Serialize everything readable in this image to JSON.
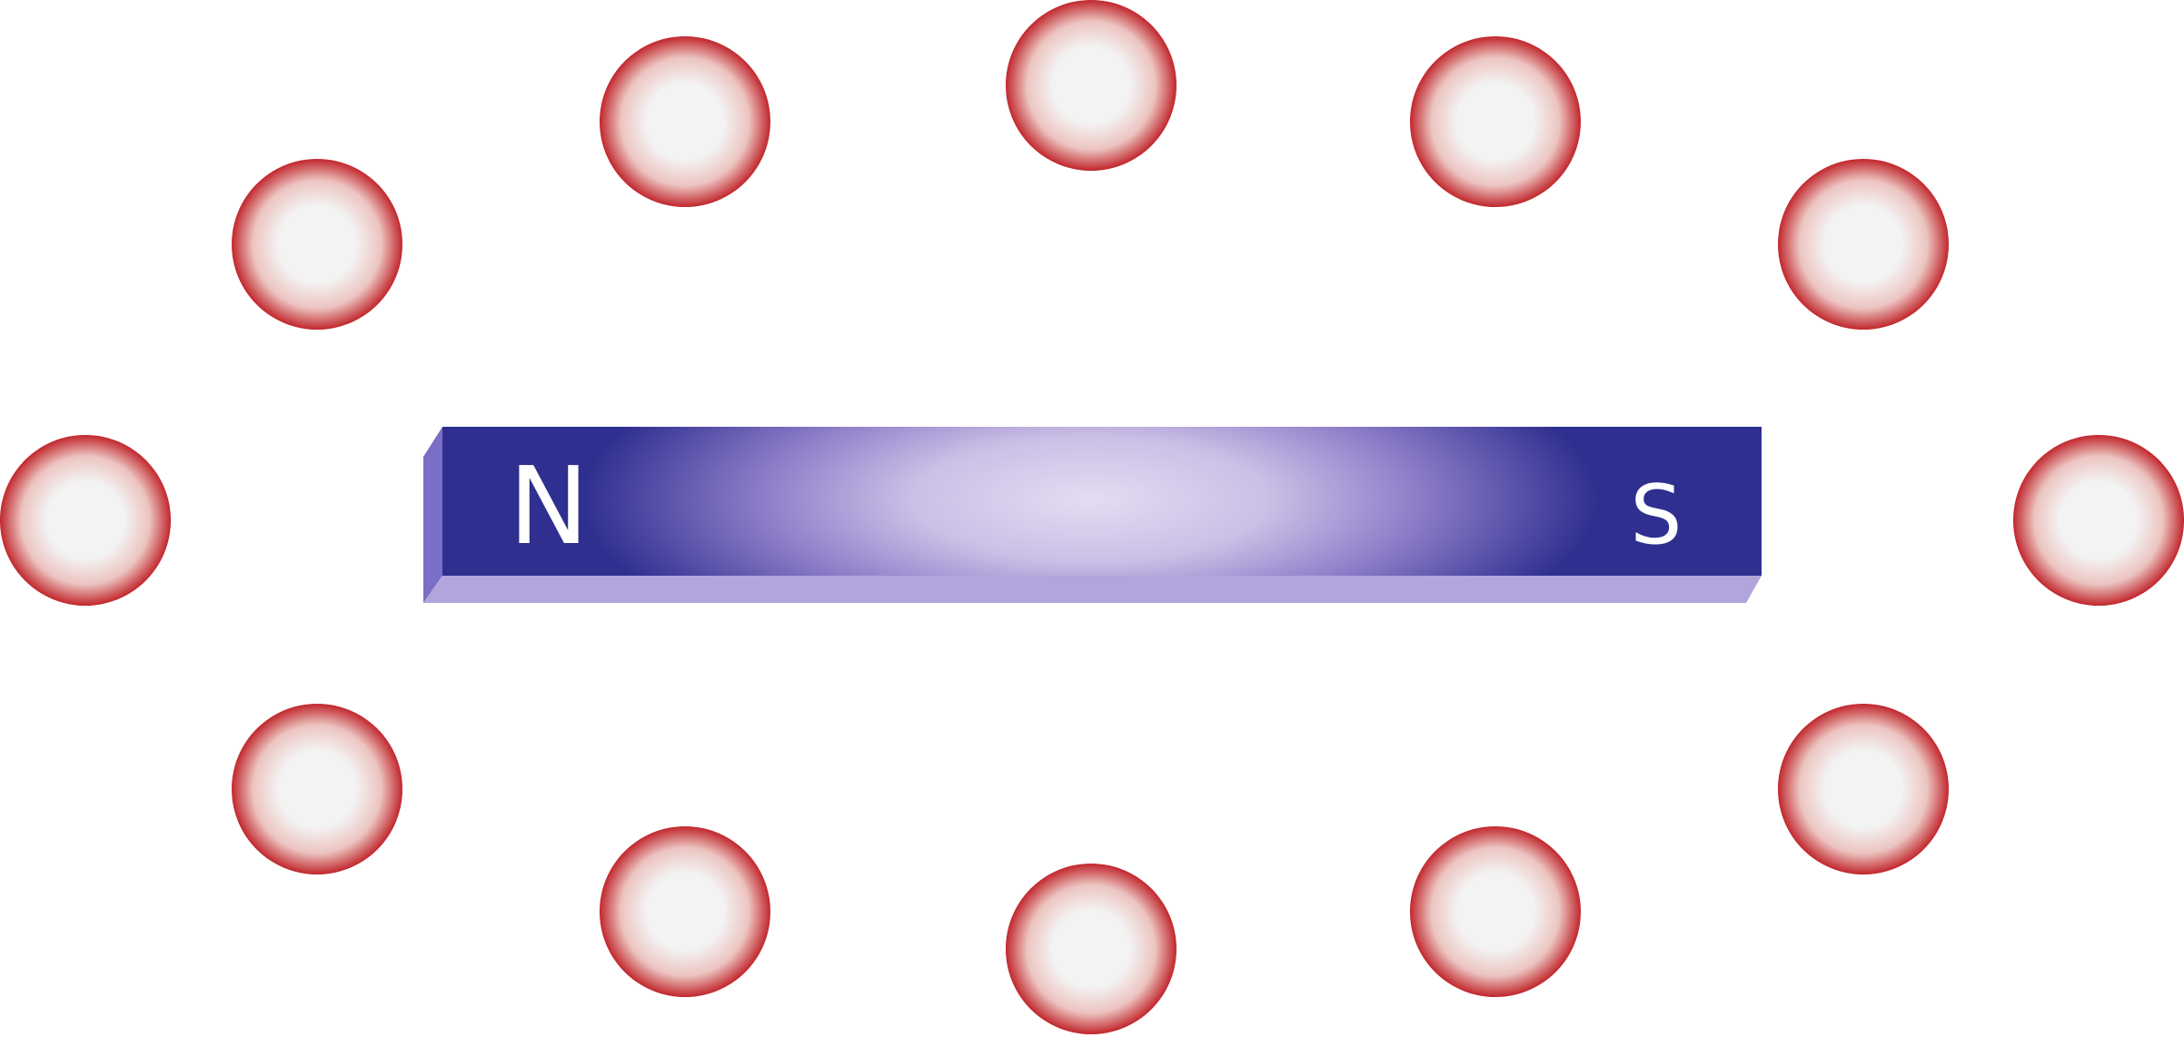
{
  "magnet": {
    "north_label": "N",
    "south_label": "S",
    "colors": {
      "pole": "#2e2f8f",
      "center": "#e4dcf2",
      "side_face": "#7b6ec6",
      "bottom_face": "#b1a5dc",
      "label": "#ffffff"
    }
  },
  "compasses": {
    "count": 12,
    "colors": {
      "center": "#f3f3f3",
      "rim": "#c1272d"
    }
  }
}
